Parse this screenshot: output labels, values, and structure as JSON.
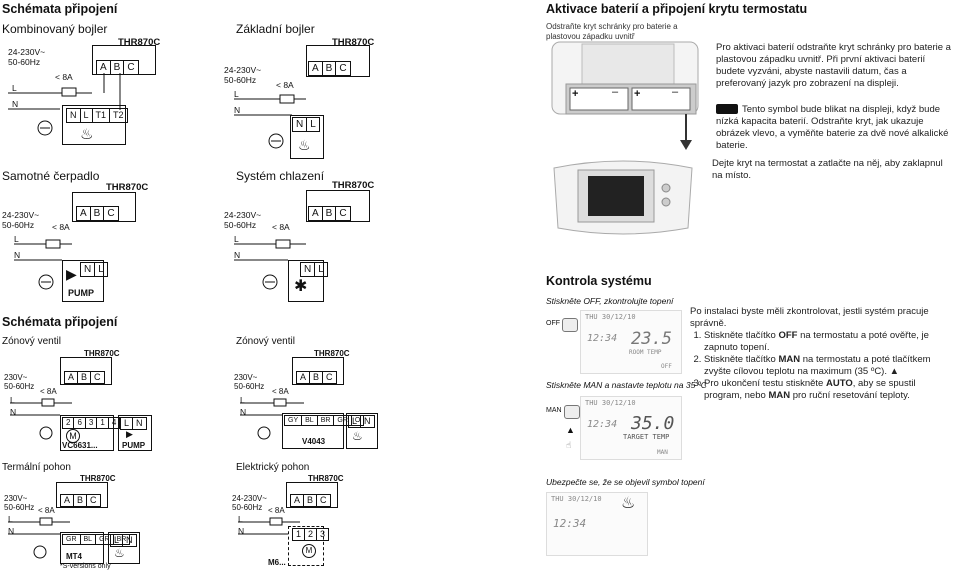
{
  "left": {
    "title1": "Schémata připojení",
    "d1": "Kombinovaný bojler",
    "d2": "Základní bojler",
    "d3": "Samotné čerpadlo",
    "d4": "Systém chlazení",
    "title2": "Schémata připojení",
    "d5": "Zónový ventil",
    "d6": "Zónový ventil",
    "d7": "Termální pohon",
    "d8": "Elektrický pohon",
    "model": "THR870C",
    "supply1": "24-230V~",
    "supply1b": "230V~",
    "freq": "50-60Hz",
    "fuse": "< 8A",
    "L": "L",
    "N": "N",
    "abc": [
      "A",
      "B",
      "C"
    ],
    "nlt": [
      "N",
      "L",
      "T1",
      "T2"
    ],
    "nl": [
      "N",
      "L"
    ],
    "ln": [
      "L",
      "N"
    ],
    "pump": "PUMP",
    "vc": "VC6631...",
    "v4043": "V4043",
    "mt4": "MT4",
    "sversion": "*S-versions only",
    "m6": "M6...",
    "vc_terms": [
      "2",
      "6",
      "3",
      "1",
      "4"
    ],
    "v4043_terms": [
      "GY",
      "BL",
      "BR",
      "GR",
      "O"
    ],
    "mt4_terms": [
      "GR",
      "BL",
      "GR",
      "BR"
    ],
    "m6_terms": [
      "1",
      "2",
      "3"
    ]
  },
  "right": {
    "title1": "Aktivace baterií a připojení krytu termostatu",
    "cap1": "Odstraňte kryt schránky pro baterie a plastovou západku uvnitř",
    "p1": "Pro aktivaci baterií odstraňte kryt schránky pro baterie a plastovou západku uvnitř. Při první aktivaci baterií budete vyzváni, abyste nastavili datum, čas a preferovaný jazyk pro zobrazení na displeji.",
    "p2": "Tento symbol bude blikat na displeji, když bude nízká kapacita baterií. Odstraňte kryt, jak ukazuje obrázek vlevo, a vyměňte baterie za dvě nové alkalické baterie.",
    "p3": "Dejte kryt na termostat a zatlačte na něj, aby zaklapnul na místo.",
    "title2": "Kontrola systému",
    "cap2": "Stiskněte OFF, zkontrolujte topení",
    "cap3": "Stiskněte MAN a nastavte teplotu na 35 ºC",
    "cap4": "Ubezpečte se, že se objevil symbol topení",
    "intro": "Po instalaci byste měli zkontrolovat, jestli systém pracuje správně.",
    "s1a": "Stiskněte tlačítko ",
    "s1b": "OFF",
    "s1c": " na termostatu a poté ověřte, je zapnuto topení.",
    "s2a": "Stiskněte tlačítko ",
    "s2b": "MAN",
    "s2c": " na termostatu a poté tlačítkem zvyšte cílovou teplotu na maximum (35 ºC).",
    "s3a": "Pro ukončení testu stiskněte ",
    "s3b": "AUTO",
    "s3c": ", aby se spustil program, nebo ",
    "s3d": "MAN",
    "s3e": " pro ruční resetování teploty.",
    "btn_off": "OFF",
    "btn_man": "MAN",
    "lcd1_date": "THU 30/12/10",
    "lcd1_time": "12:34",
    "lcd1_temp": "23.5",
    "lcd1_room": "ROOM TEMP",
    "lcd1_mode": "OFF",
    "lcd2_date": "THU 30/12/10",
    "lcd2_time": "12:34",
    "lcd2_temp": "35.0",
    "lcd2_target": "TARGET TEMP",
    "lcd2_mode": "MAN",
    "lcd3_date": "THU 30/12/10",
    "lcd3_time": "12:34"
  }
}
